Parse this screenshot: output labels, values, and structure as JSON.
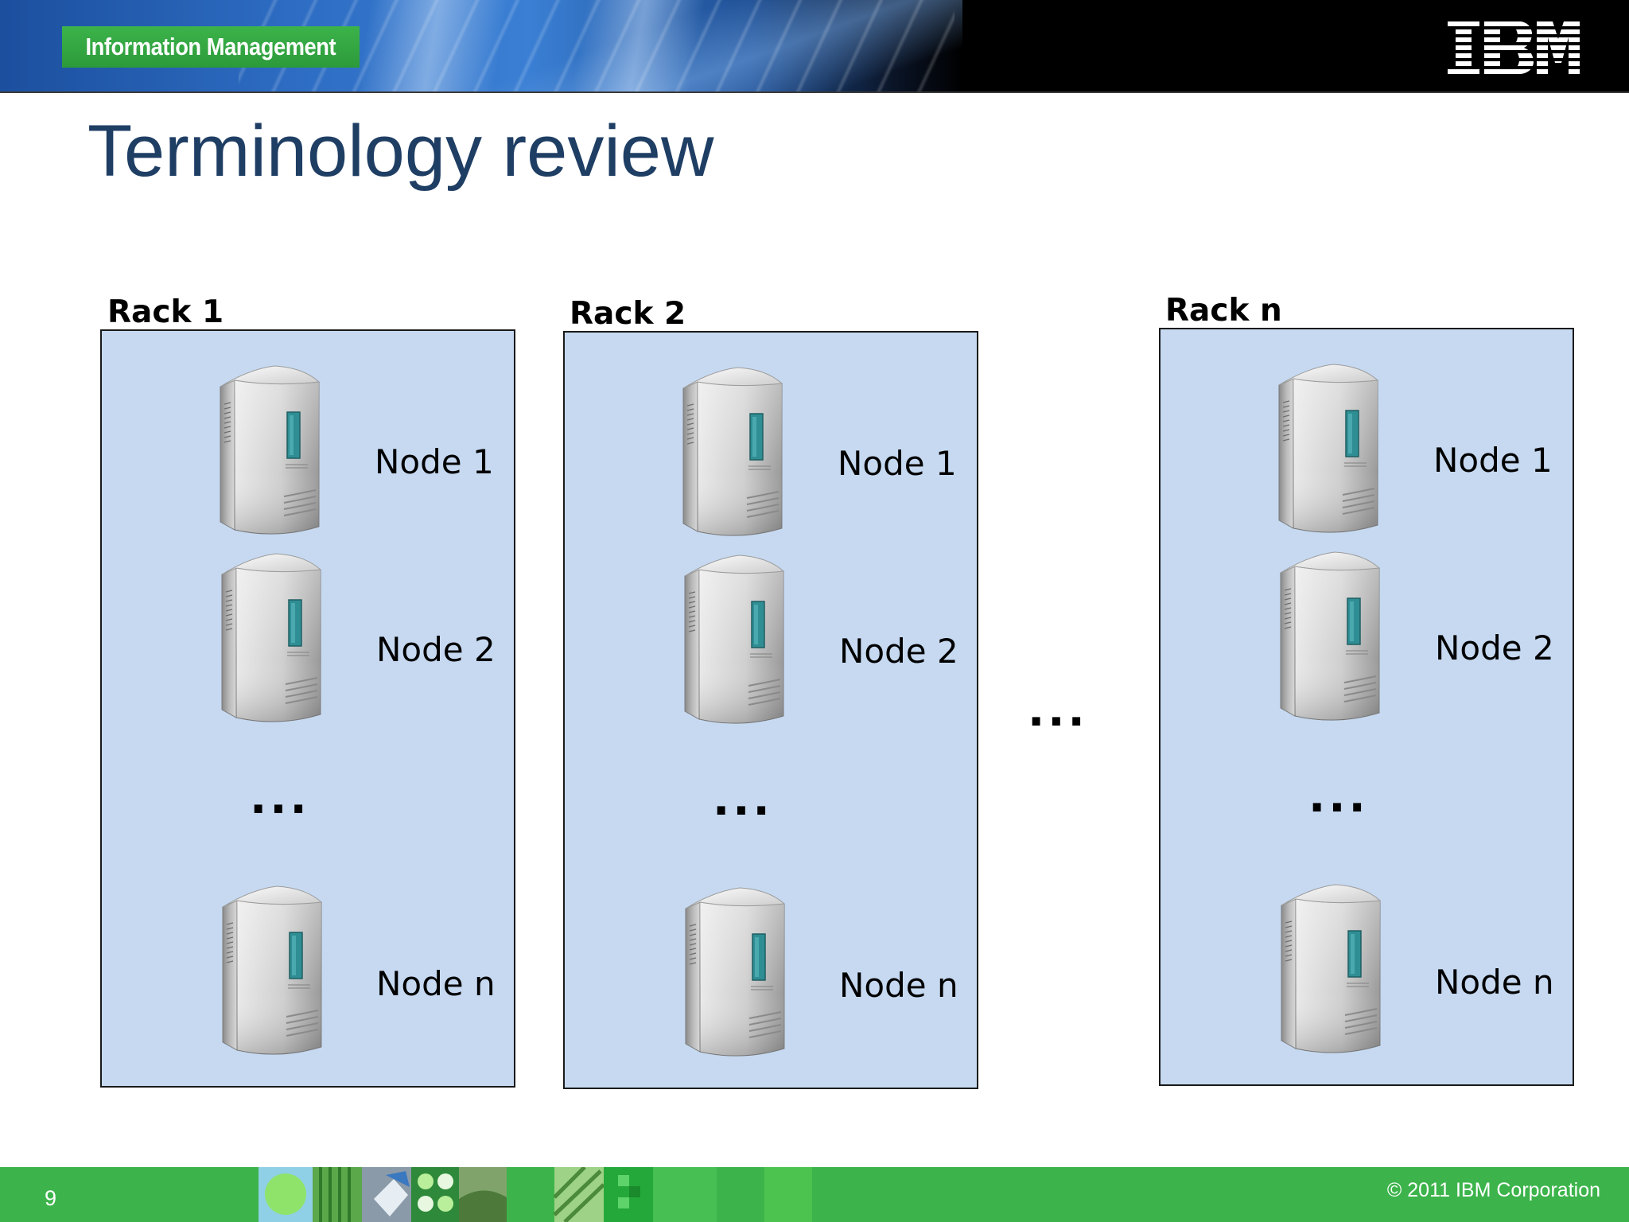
{
  "header": {
    "product_name": "Information Management",
    "logo": "IBM"
  },
  "slide": {
    "title": "Terminology review"
  },
  "racks": [
    {
      "label": "Rack 1",
      "nodes": [
        "Node 1",
        "Node 2",
        "Node n"
      ],
      "ellipsis": "..."
    },
    {
      "label": "Rack 2",
      "nodes": [
        "Node 1",
        "Node 2",
        "Node n"
      ],
      "ellipsis": "..."
    },
    {
      "label": "Rack n",
      "nodes": [
        "Node 1",
        "Node 2",
        "Node n"
      ],
      "ellipsis": "..."
    }
  ],
  "between_racks_ellipsis": "...",
  "footer": {
    "page_number": "9",
    "copyright": "© 2011  IBM Corporation"
  },
  "icons": {
    "server": "server-tower-icon",
    "logo": "ibm-logo"
  },
  "colors": {
    "title": "#1f3e64",
    "rack_fill": "#c6d9f1",
    "footer_green": "#3cb44b",
    "badge_green": "#33a843"
  }
}
